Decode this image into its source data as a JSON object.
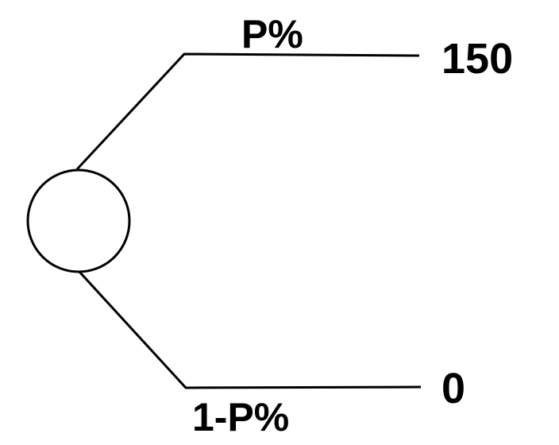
{
  "chance_node": {
    "branches": [
      {
        "probability": "P%",
        "payoff": "150"
      },
      {
        "probability": "1-P%",
        "payoff": "0"
      }
    ]
  },
  "colors": {
    "stroke": "#000000",
    "background": "#ffffff"
  }
}
